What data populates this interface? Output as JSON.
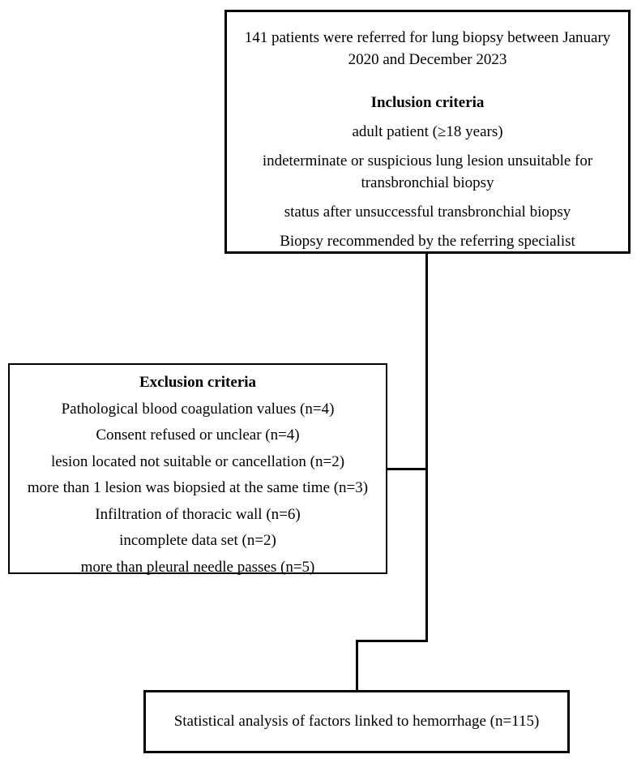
{
  "diagram": {
    "type": "flowchart",
    "line_color": "#000000",
    "background": "#ffffff",
    "top_box": {
      "intro": "141 patients were referred for lung biopsy between January 2020 and December 2023",
      "heading": "Inclusion criteria",
      "items": [
        "adult patient (≥18 years)",
        "indeterminate or suspicious lung lesion unsuitable for transbronchial biopsy",
        "status after unsuccessful transbronchial biopsy",
        "Biopsy recommended by the referring specialist"
      ]
    },
    "exclusion_box": {
      "heading": "Exclusion criteria",
      "items": [
        "Pathological blood coagulation values (n=4)",
        "Consent refused or unclear (n=4)",
        "lesion located not suitable or cancellation (n=2)",
        "more than 1 lesion was biopsied at the same time (n=3)",
        "Infiltration of thoracic wall (n=6)",
        "incomplete data set (n=2)",
        "more than pleural needle passes (n=5)"
      ]
    },
    "result_box": {
      "text": "Statistical analysis of factors linked to hemorrhage (n=115)"
    }
  }
}
